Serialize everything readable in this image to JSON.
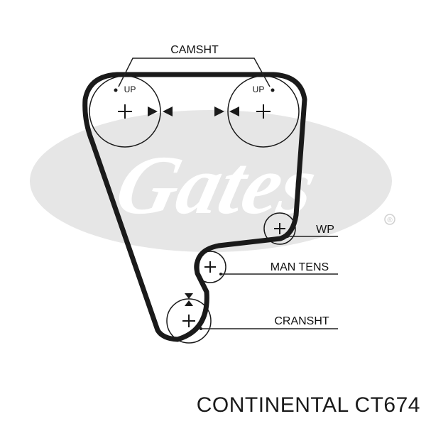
{
  "diagram": {
    "brand": "Gates",
    "registered_mark": "®",
    "labels": {
      "camshaft": "CAMSHT",
      "up_left": "UP",
      "up_right": "UP",
      "water_pump": "WP",
      "tensioner": "MAN TENS",
      "crankshaft": "CRANSHT"
    },
    "colors": {
      "belt": "#1a1a1a",
      "watermark": "#e6e6e6",
      "line": "#222222"
    },
    "icons": [
      "plus-icon",
      "timing-mark-icon"
    ]
  },
  "caption": "CONTINENTAL CT674"
}
